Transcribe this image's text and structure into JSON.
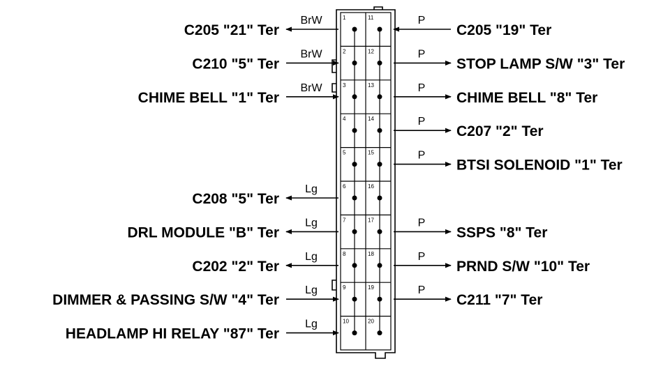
{
  "left_connections": [
    {
      "pin": 1,
      "label": "C205 \"21\" Ter",
      "wire": "BrW",
      "dir": "out"
    },
    {
      "pin": 2,
      "label": "C210 \"5\" Ter",
      "wire": "BrW",
      "dir": "in"
    },
    {
      "pin": 3,
      "label": "CHIME BELL \"1\" Ter",
      "wire": "BrW",
      "dir": "in"
    },
    {
      "pin": 6,
      "label": "C208 \"5\" Ter",
      "wire": "Lg",
      "dir": "out"
    },
    {
      "pin": 7,
      "label": "DRL MODULE \"B\" Ter",
      "wire": "Lg",
      "dir": "out"
    },
    {
      "pin": 8,
      "label": "C202 \"2\" Ter",
      "wire": "Lg",
      "dir": "out"
    },
    {
      "pin": 9,
      "label": "DIMMER & PASSING S/W \"4\" Ter",
      "wire": "Lg",
      "dir": "in"
    },
    {
      "pin": 10,
      "label": "HEADLAMP HI RELAY \"87\" Ter",
      "wire": "Lg",
      "dir": "in"
    }
  ],
  "right_connections": [
    {
      "pin": 11,
      "label": "C205 \"19\" Ter",
      "wire": "P",
      "dir": "in"
    },
    {
      "pin": 12,
      "label": "STOP LAMP S/W \"3\" Ter",
      "wire": "P",
      "dir": "out"
    },
    {
      "pin": 13,
      "label": "CHIME BELL \"8\" Ter",
      "wire": "P",
      "dir": "out"
    },
    {
      "pin": 14,
      "label": "C207 \"2\" Ter",
      "wire": "P",
      "dir": "out"
    },
    {
      "pin": 15,
      "label": "BTSI SOLENOID \"1\" Ter",
      "wire": "P",
      "dir": "out"
    },
    {
      "pin": 17,
      "label": "SSPS \"8\" Ter",
      "wire": "P",
      "dir": "out"
    },
    {
      "pin": 18,
      "label": "PRND S/W \"10\" Ter",
      "wire": "P",
      "dir": "out"
    },
    {
      "pin": 19,
      "label": "C211 \"7\" Ter",
      "wire": "P",
      "dir": "out"
    }
  ],
  "pins_left": [
    "1",
    "2",
    "3",
    "4",
    "5",
    "6",
    "7",
    "8",
    "9",
    "10"
  ],
  "pins_right": [
    "11",
    "12",
    "13",
    "14",
    "15",
    "16",
    "17",
    "18",
    "19",
    "20"
  ]
}
